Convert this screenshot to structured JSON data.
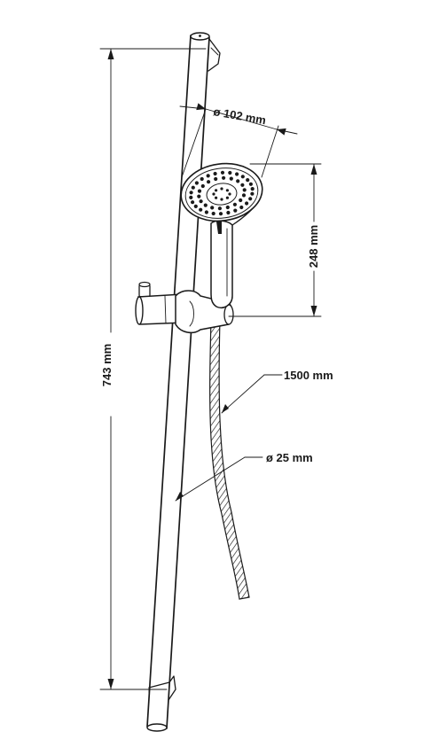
{
  "dimensions": {
    "total_height": "743 mm",
    "head_diameter": "ø 102 mm",
    "head_height": "248 mm",
    "hose_length": "1500 mm",
    "rail_diameter": "ø 25 mm"
  }
}
